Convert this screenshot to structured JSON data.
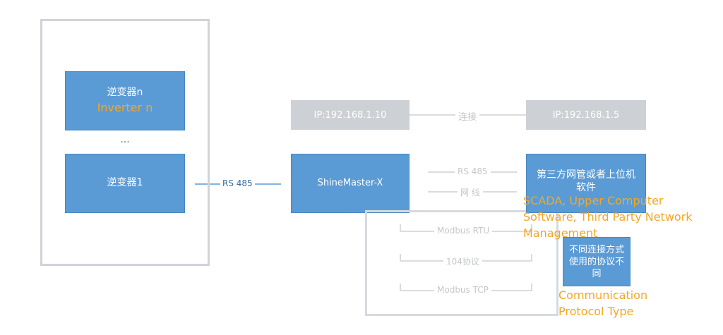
{
  "inverters": {
    "top_label": "逆变器n",
    "top_label_en": "Inverter n",
    "ellipsis": "...",
    "bottom_label": "逆变器1"
  },
  "links": {
    "rs485_left": "RS 485",
    "connect": "连接",
    "rs485_right": "RS 485",
    "network_cable": "网 线"
  },
  "ip_boxes": {
    "left": "IP:192.168.1.10",
    "right": "IP:192.168.1.5"
  },
  "shinemaster": {
    "label": "ShineMaster-X"
  },
  "third_party": {
    "label": "第三方网管或者上位机软件",
    "label_en": "SCADA, Upper Computer Software, Third Party Network Management"
  },
  "protocols": {
    "items": [
      "Modbus RTU",
      "104协议",
      "Modbus TCP"
    ],
    "note": "不同连接方式使用的协议不同",
    "note_en": "Communication Protocol Type"
  }
}
